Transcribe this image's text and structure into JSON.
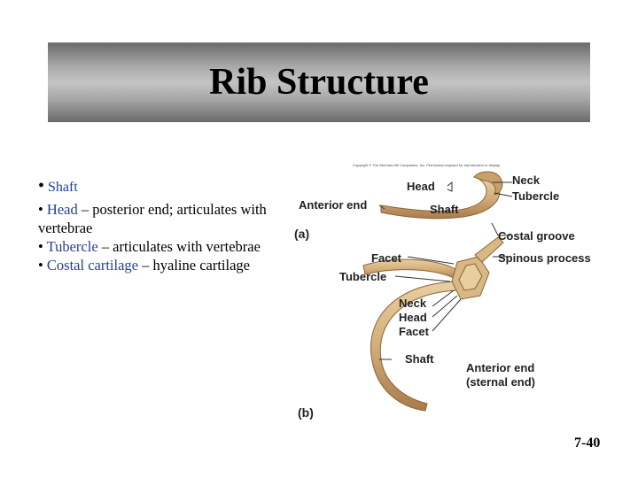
{
  "slide": {
    "title": "Rib Structure",
    "page_number": "7-40"
  },
  "bullets": {
    "shaft": "Shaft",
    "head_term": "Head",
    "head_text": " – posterior end; articulates with vertebrae",
    "tubercle_term": "Tubercle",
    "tubercle_text": " – articulates with vertebrae",
    "costal_term": "Costal cartilage",
    "costal_text": " – hyaline cartilage"
  },
  "figure": {
    "copyright": "Copyright © The McGraw-Hill Companies, Inc. Permission required for reproduction or display.",
    "part_a": "(a)",
    "part_b": "(b)",
    "labels_a": {
      "head": "Head",
      "neck": "Neck",
      "tubercle": "Tubercle",
      "anterior_end": "Anterior end",
      "shaft": "Shaft",
      "costal_groove": "Costal groove"
    },
    "labels_b": {
      "facet_top": "Facet",
      "spinous_process": "Spinous process",
      "tubercle": "Tubercle",
      "neck": "Neck",
      "head": "Head",
      "facet": "Facet",
      "shaft": "Shaft",
      "anterior_end": "Anterior end",
      "sternal_end": "(sternal end)"
    },
    "colors": {
      "bone": "#d9b98a",
      "bone_dark": "#b08656",
      "cartilage": "#e8d9b0"
    }
  }
}
